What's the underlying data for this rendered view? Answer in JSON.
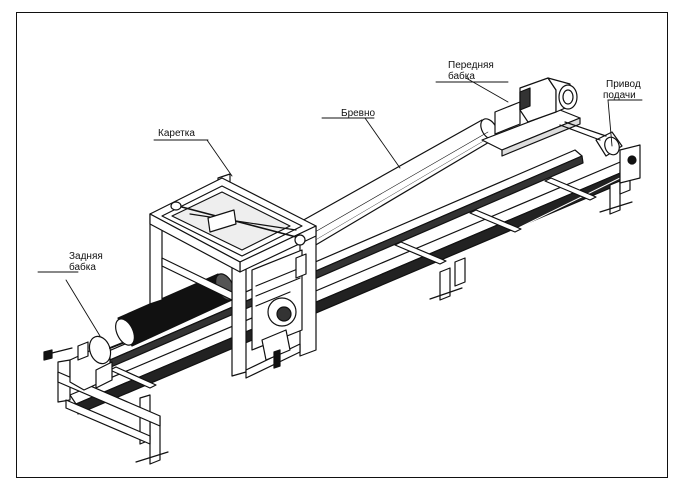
{
  "labels": {
    "front_headstock": [
      "Передняя",
      "бабка"
    ],
    "feed_drive": [
      "Привод",
      "подачи"
    ],
    "log": "Бревно",
    "carriage": "Каретка",
    "rear_headstock": [
      "Задняя",
      "бабка"
    ]
  }
}
